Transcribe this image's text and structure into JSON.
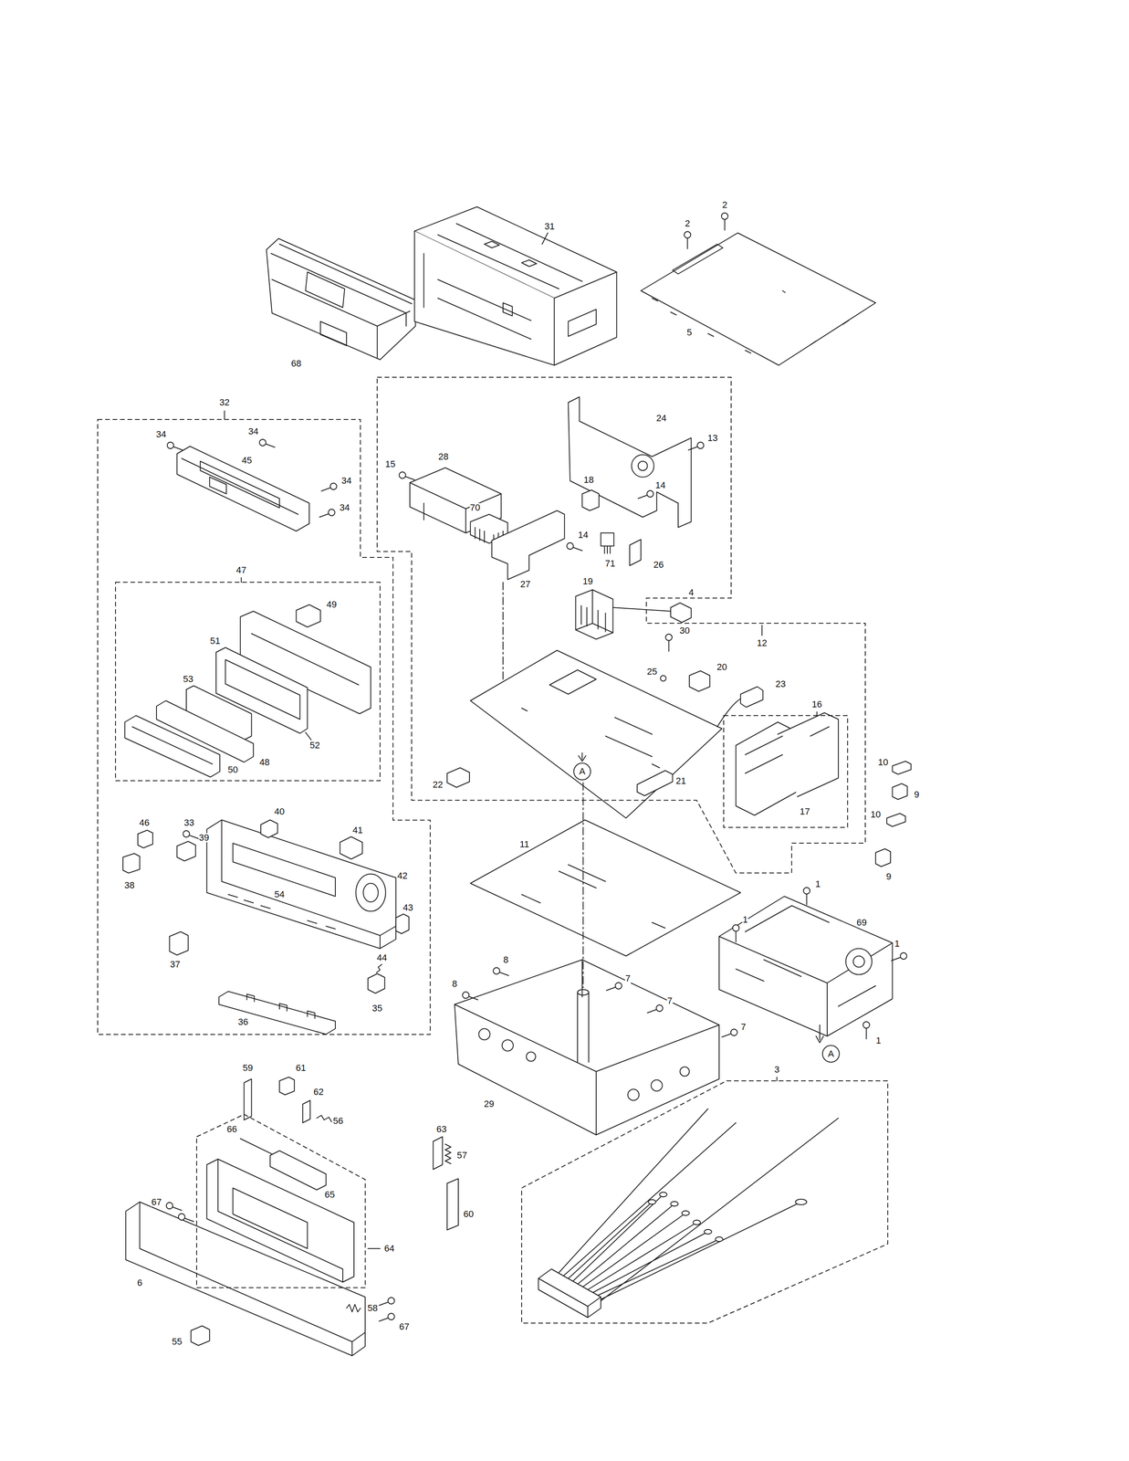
{
  "diagram": {
    "nodes": [
      {
        "text": [
          "32"
        ]
      },
      {
        "text": [
          "47"
        ],
        "in": 0
      },
      {
        "text": [
          "12"
        ]
      },
      {
        "text": [
          "16"
        ],
        "in": 2
      },
      {
        "text": [
          "3"
        ]
      },
      {
        "text": [
          "64"
        ]
      }
    ],
    "labels": [
      "31",
      "2",
      "2",
      "68",
      "5",
      "34",
      "34",
      "34",
      "34",
      "45",
      "49",
      "51",
      "53",
      "52",
      "48",
      "50",
      "46",
      "33",
      "39",
      "40",
      "41",
      "38",
      "54",
      "42",
      "43",
      "37",
      "44",
      "36",
      "35",
      "24",
      "13",
      "15",
      "28",
      "18",
      "70",
      "14",
      "14",
      "71",
      "26",
      "27",
      "19",
      "4",
      "30",
      "25",
      "20",
      "23",
      "22",
      "A",
      "21",
      "10",
      "9",
      "17",
      "10",
      "9",
      "11",
      "1",
      "1",
      "69",
      "1",
      "1",
      "8",
      "7",
      "8",
      "7",
      "7",
      "A",
      "29",
      "59",
      "61",
      "62",
      "56",
      "66",
      "63",
      "57",
      "65",
      "60",
      "67",
      "6",
      "58",
      "67",
      "55"
    ]
  }
}
